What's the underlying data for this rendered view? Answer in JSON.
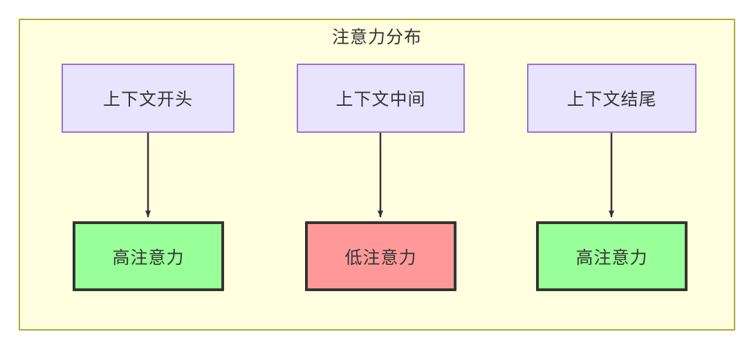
{
  "diagram": {
    "type": "flowchart",
    "title": "注意力分布",
    "background_color": "#ffffff",
    "container": {
      "label": "注意力分布",
      "fill_color": "#ffffe0",
      "border_color": "#aaaa33"
    },
    "palette": {
      "source_fill": "#e9e4fd",
      "source_border": "#9370db",
      "high_fill": "#99ff99",
      "low_fill": "#ff9999",
      "node_border": "#333333",
      "edge_color": "#333333",
      "text_color": "#333333"
    },
    "nodes": [
      {
        "id": "ctx_start",
        "label": "上下文开头",
        "row": "top",
        "column": 1,
        "style": "source"
      },
      {
        "id": "ctx_middle",
        "label": "上下文中间",
        "row": "top",
        "column": 2,
        "style": "source"
      },
      {
        "id": "ctx_end",
        "label": "上下文结尾",
        "row": "top",
        "column": 3,
        "style": "source"
      },
      {
        "id": "attn_high_1",
        "label": "高注意力",
        "row": "bottom",
        "column": 1,
        "style": "high"
      },
      {
        "id": "attn_low",
        "label": "低注意力",
        "row": "bottom",
        "column": 2,
        "style": "low"
      },
      {
        "id": "attn_high_2",
        "label": "高注意力",
        "row": "bottom",
        "column": 3,
        "style": "high"
      }
    ],
    "edges": [
      {
        "from": "ctx_start",
        "to": "attn_high_1",
        "label": "",
        "arrow": "filled-triangle"
      },
      {
        "from": "ctx_middle",
        "to": "attn_low",
        "label": "",
        "arrow": "filled-triangle"
      },
      {
        "from": "ctx_end",
        "to": "attn_high_2",
        "label": "",
        "arrow": "filled-triangle"
      }
    ]
  }
}
